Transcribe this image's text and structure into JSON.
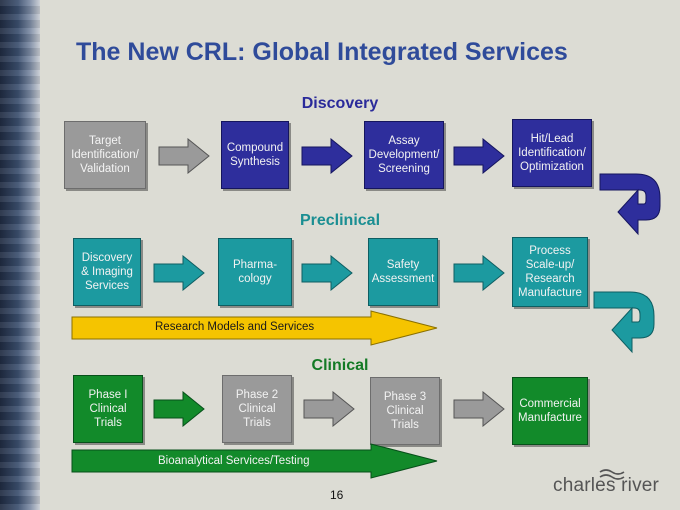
{
  "title": "The New CRL: Global Integrated Services",
  "sections": {
    "discovery": {
      "label": "Discovery",
      "boxes": [
        "Target\nIdentification/\nValidation",
        "Compound\nSynthesis",
        "Assay\nDevelopment/\nScreening",
        "Hit/Lead\nIdentification/\nOptimization"
      ]
    },
    "preclinical": {
      "label": "Preclinical",
      "boxes": [
        "Discovery\n& Imaging\nServices",
        "Pharma-\ncology",
        "Safety\nAssessment",
        "Process\nScale-up/\nResearch\nManufacture"
      ],
      "band": "Research Models and Services"
    },
    "clinical": {
      "label": "Clinical",
      "boxes": [
        "Phase I\nClinical\nTrials",
        "Phase 2\nClinical\nTrials",
        "Phase 3\nClinical\nTrials",
        "Commercial\nManufacture"
      ],
      "band": "Bioanalytical Services/Testing"
    }
  },
  "page_number": "16",
  "logo_text": "charles river",
  "colors": {
    "title": "#2f4b9a",
    "discovery_label": "#2a2a9a",
    "preclinical_label": "#1a8e92",
    "clinical_label": "#137a25",
    "grey_box": "#9a9a9a",
    "navy_box": "#2e2e9c",
    "teal_box": "#1c9aa0",
    "green_box": "#128a2a",
    "research_band": "#f5c400",
    "bioanalytical_band": "#128a2a"
  }
}
